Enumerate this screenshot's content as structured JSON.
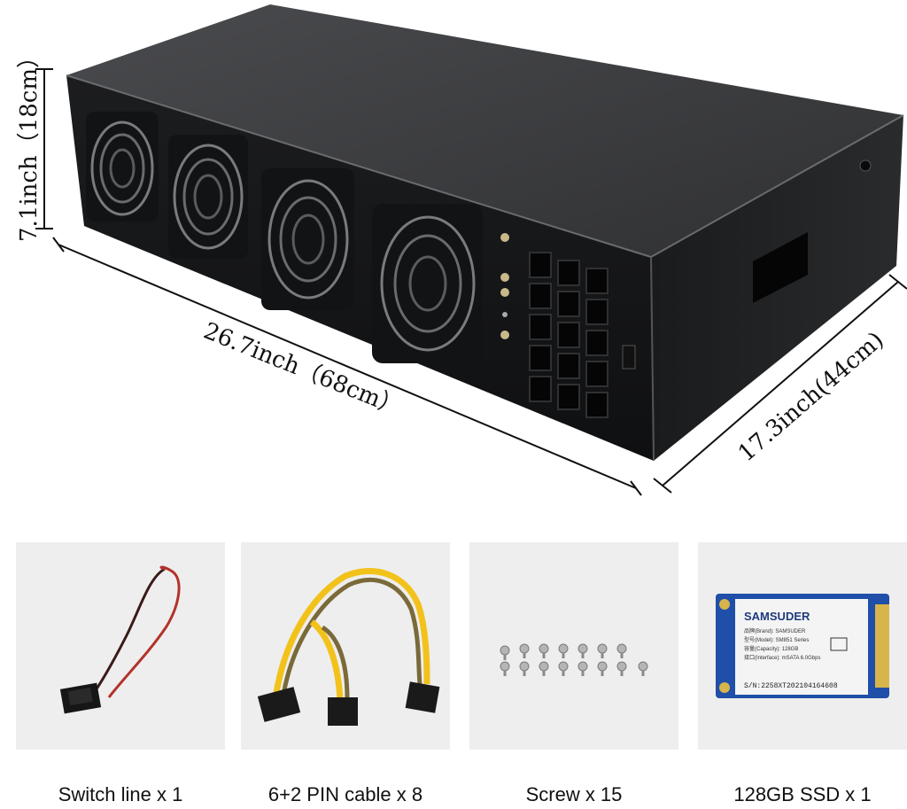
{
  "dimensions": {
    "height_label": "7.1inch（18cm）",
    "width_label": "26.7inch（68cm）",
    "depth_label": "17.3inch(44cm)"
  },
  "accessories": [
    {
      "label": "Switch line x 1",
      "icon": "switch-line"
    },
    {
      "label": "6+2 PIN cable x 8",
      "icon": "pin-cable"
    },
    {
      "label": "Screw x 15",
      "icon": "screws"
    },
    {
      "label": "128GB SSD x 1",
      "icon": "ssd"
    }
  ],
  "ssd_card": {
    "brand_logo": "SAMSUDER",
    "line_brand": "品牌(Brand): SAMSUDER",
    "line_model": "型号(Model): SM851 Series",
    "line_capacity": "容量(Capacity): 128GB",
    "line_interface": "接口(Interface): mSATA 6.0Gbps",
    "serial": "S/N:2258XT202104164608"
  },
  "colors": {
    "chassis_dark": "#2a2b2d",
    "chassis_top": "#3a3b3e",
    "cable_yellow": "#f2c21b",
    "cable_black": "#1a1a1a",
    "wire_red": "#b3322a",
    "pcb_blue": "#1f4fa8",
    "accessory_bg": "#eeeeee"
  }
}
